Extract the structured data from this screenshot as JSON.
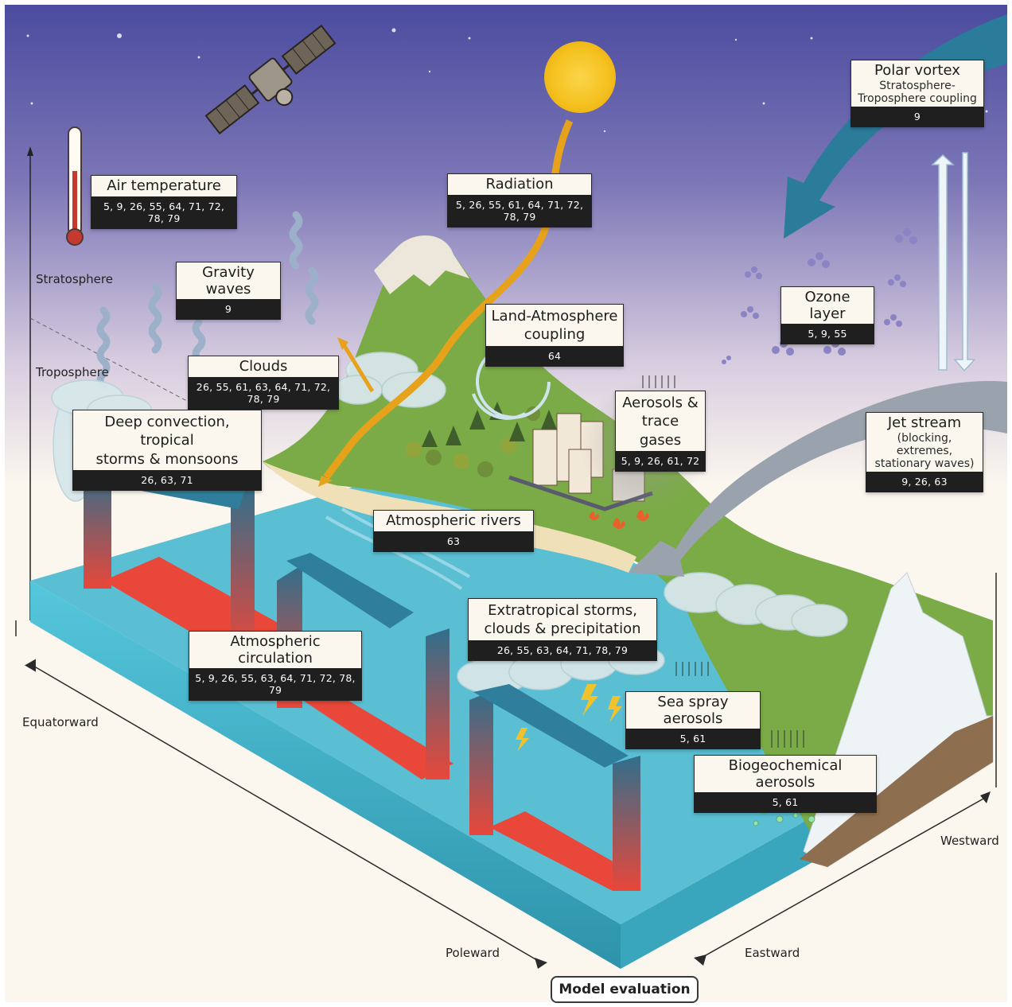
{
  "layers": {
    "stratosphere": "Stratosphere",
    "troposphere": "Troposphere"
  },
  "directions": {
    "equatorward": "Equatorward",
    "poleward": "Poleward",
    "eastward": "Eastward",
    "westward": "Westward"
  },
  "footer": {
    "label": "Model evaluation"
  },
  "boxes": {
    "air_temperature": {
      "title": "Air temperature",
      "refs": "5, 9, 26, 55, 64, 71, 72, 78, 79"
    },
    "radiation": {
      "title": "Radiation",
      "refs": "5, 26, 55, 61, 64, 71, 72, 78, 79"
    },
    "polar_vortex": {
      "title": "Polar vortex",
      "subtitle": "Stratosphere-\nTroposphere coupling",
      "refs": "9"
    },
    "gravity_waves": {
      "title": "Gravity waves",
      "refs": "9"
    },
    "ozone_layer": {
      "title": "Ozone layer",
      "refs": "5, 9, 55"
    },
    "land_atmosphere": {
      "title": "Land-Atmosphere\ncoupling",
      "refs": "64"
    },
    "clouds": {
      "title": "Clouds",
      "refs": "26, 55, 61, 63, 64, 71, 72, 78, 79"
    },
    "aerosols": {
      "title": "Aerosols &\ntrace gases",
      "refs": "5, 9, 26, 61, 72"
    },
    "deep_convection": {
      "title": "Deep convection, tropical\nstorms & monsoons",
      "refs": "26, 63, 71"
    },
    "jet_stream": {
      "title": "Jet stream",
      "subtitle": "(blocking, extremes,\nstationary waves)",
      "refs": "9, 26, 63"
    },
    "atmospheric_rivers": {
      "title": "Atmospheric rivers",
      "refs": "63"
    },
    "extratropical": {
      "title": "Extratropical storms,\nclouds & precipitation",
      "refs": "26, 55, 63, 64, 71, 78, 79"
    },
    "atmospheric_circulation": {
      "title": "Atmospheric circulation",
      "refs": "5, 9, 26, 55, 63, 64, 71, 72, 78, 79"
    },
    "sea_spray": {
      "title": "Sea spray aerosols",
      "refs": "5, 61"
    },
    "biogeochemical": {
      "title": "Biogeochemical aerosols",
      "refs": "5, 61"
    }
  },
  "colors": {
    "sky_top": "#4a4a9e",
    "sky_bottom": "#fbf6ee",
    "ocean": "#5bbfd4",
    "ocean_side": "#2f8fa7",
    "warm_arrow": "#e8473a",
    "cool_arrow": "#2f7f9c",
    "land": "#7bab46",
    "sun": "#f6c628",
    "jet_stream": "#9aa3ad",
    "polar_vortex": "#2a7c9a"
  }
}
